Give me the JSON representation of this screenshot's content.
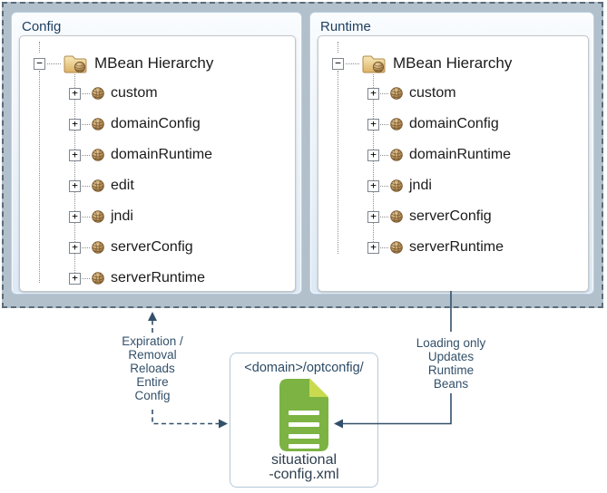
{
  "colors": {
    "outer_background": "#b2c0cc",
    "dashed_border": "#5d6c79",
    "panel_border": "#b9cfe3",
    "accent_navy": "#33506a",
    "document_green": "#7cb342",
    "document_fold": "#c9da4f",
    "folder_tan": "#e6c079",
    "bean_brown": "#c2985f"
  },
  "tree": {
    "expanded_glyph": "−",
    "collapsed_glyph": "+"
  },
  "panels": [
    {
      "title": "Config",
      "root": "MBean Hierarchy",
      "items": [
        "custom",
        "domainConfig",
        "domainRuntime",
        "edit",
        "jndi",
        "serverConfig",
        "serverRuntime"
      ]
    },
    {
      "title": "Runtime",
      "root": "MBean Hierarchy",
      "items": [
        "custom",
        "domainConfig",
        "domainRuntime",
        "jndi",
        "serverConfig",
        "serverRuntime"
      ]
    }
  ],
  "annotations": {
    "left": [
      "Expiration /",
      "Removal",
      "Reloads",
      "Entire",
      "Config"
    ],
    "right": [
      "Loading only",
      "Updates",
      "Runtime",
      "Beans"
    ]
  },
  "file_box": {
    "title": "<domain>/optconfig/",
    "file_name_line1": "situational",
    "file_name_line2": "-config.xml"
  }
}
